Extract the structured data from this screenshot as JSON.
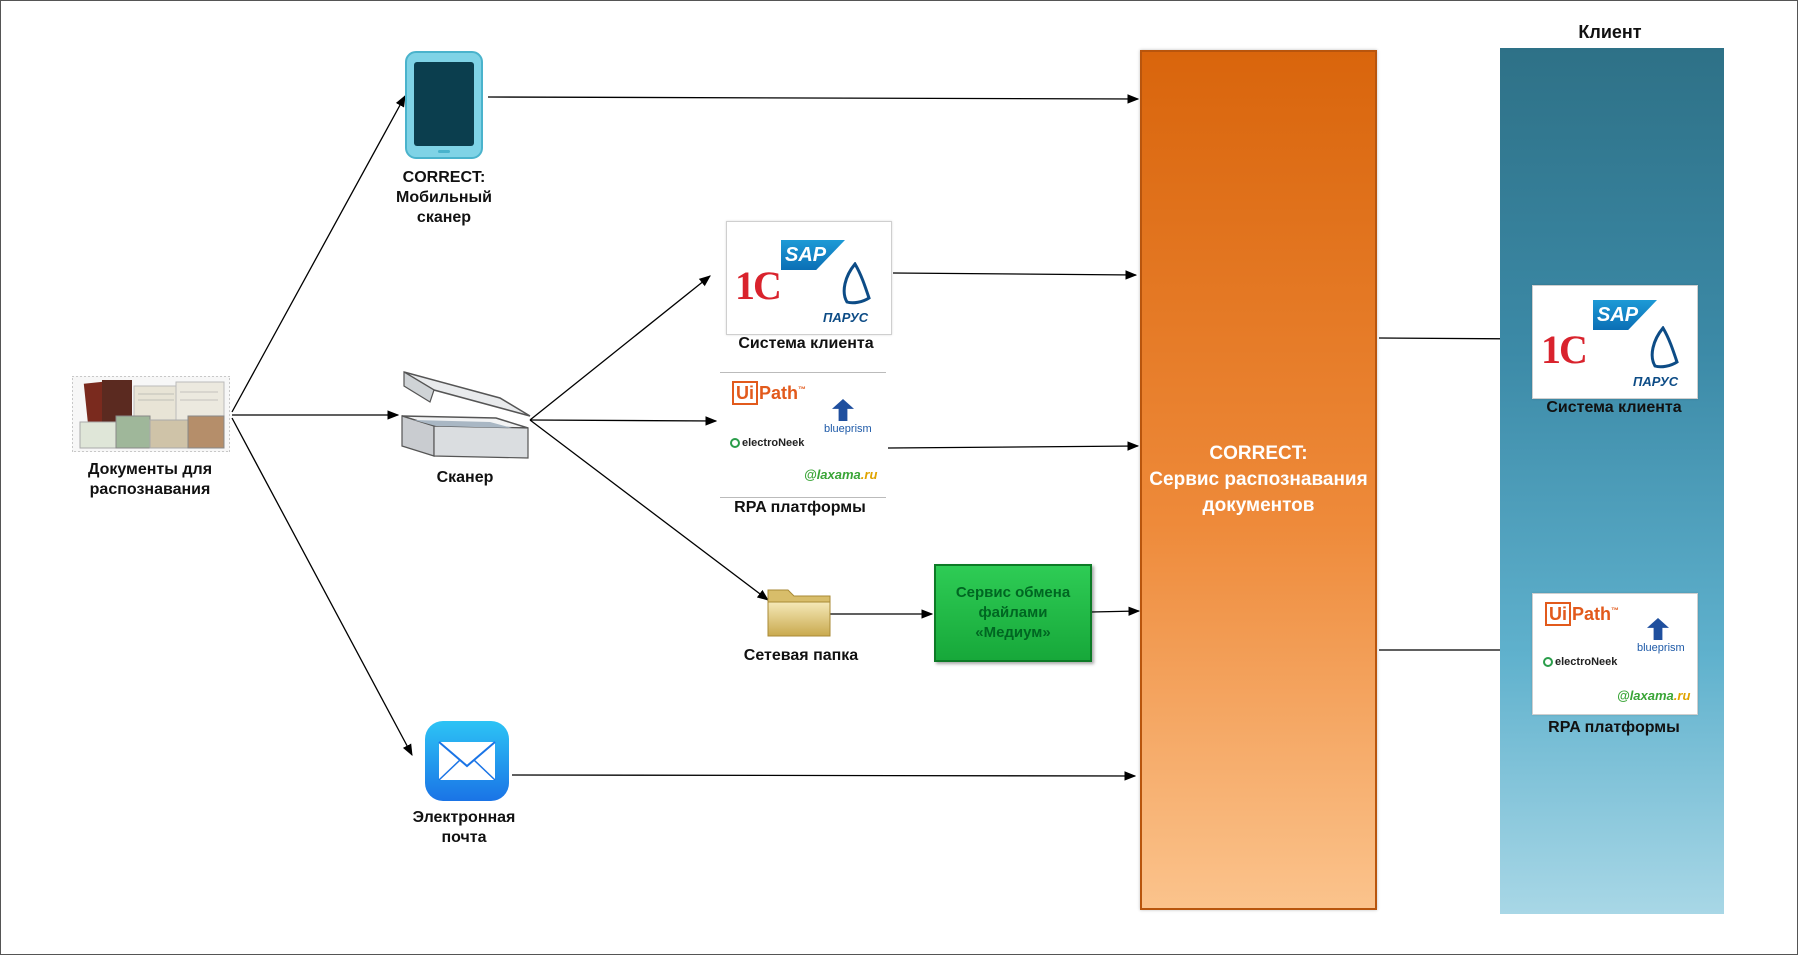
{
  "nodes": {
    "documents": "Документы для\nраспознавания",
    "mobile_scanner": "CORRECT:\nМобильный\nсканер",
    "scanner": "Сканер",
    "email": "Электронная\nпочта",
    "client_system": "Система клиента",
    "rpa_platforms": "RPA платформы",
    "network_folder": "Сетевая папка",
    "medium_service": "Сервис обмена\nфайлами\n«Медиум»",
    "correct_service": "CORRECT:\nСервис распознавания\nдокументов"
  },
  "client_panel": {
    "title": "Клиент",
    "system_label": "Система клиента",
    "rpa_label": "RPA платформы"
  },
  "logos": {
    "sap": "SAP",
    "onec": "1С",
    "parus": "ПАРУС",
    "uipath_ui": "Ui",
    "uipath_path": "Path",
    "uipath_tm": "™",
    "blueprism": "blueprism",
    "electroneek": "electroNeek",
    "laxama": "laxama",
    "laxama_ru": ".ru"
  },
  "colors": {
    "correct_orange": "#d9650c",
    "client_teal": "#2e7187",
    "medium_green": "#2ecc55",
    "arrow": "#000000"
  }
}
